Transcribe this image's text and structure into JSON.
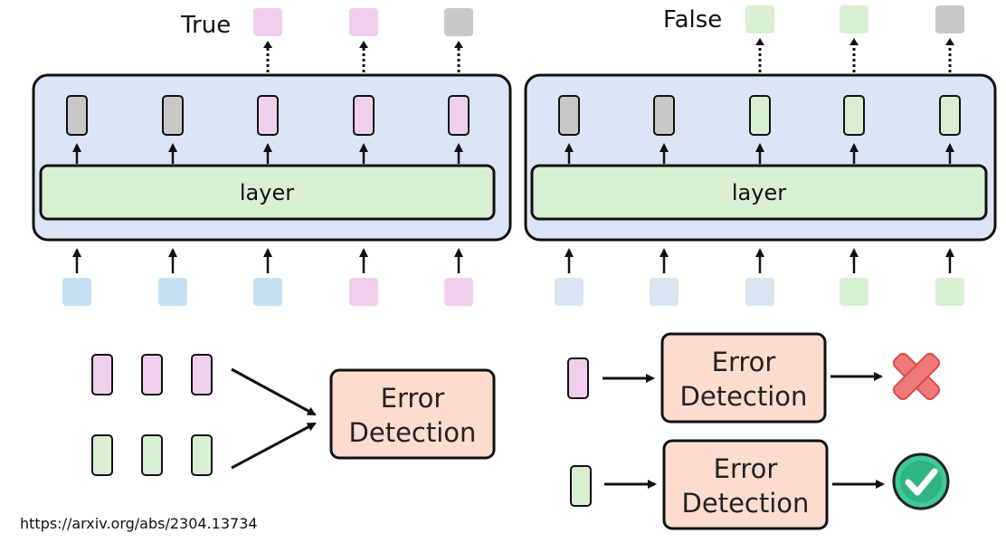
{
  "colors": {
    "panel_fill": "#dae6f5",
    "layer_fill": "#d8f0d1",
    "pink": "#f0cfec",
    "gray": "#c8c8c8",
    "green": "#d8f0d1",
    "blue_token": "#c6e1f2",
    "light_blue_token": "#d8e6f4",
    "error_box": "#fbdccd",
    "cross": "#f07a7a",
    "check": "#3fc995"
  },
  "left_panel": {
    "label": "True",
    "layer_label": "layer",
    "inputs": [
      "blue",
      "blue",
      "blue",
      "pink",
      "pink"
    ],
    "hidden": [
      "gray",
      "gray",
      "pink",
      "pink",
      "pink"
    ],
    "outputs": [
      "pink",
      "pink",
      "gray"
    ]
  },
  "right_panel": {
    "label": "False",
    "layer_label": "layer",
    "inputs": [
      "light_blue",
      "light_blue",
      "light_blue",
      "green",
      "green"
    ],
    "hidden": [
      "gray",
      "gray",
      "green",
      "green",
      "green"
    ],
    "outputs": [
      "green",
      "green",
      "gray"
    ]
  },
  "error_detection": {
    "line1": "Error",
    "line2": "Detection"
  },
  "verdicts": {
    "wrong_icon": "cross-icon",
    "right_icon": "check-icon"
  },
  "url": "https://arxiv.org/abs/2304.13734"
}
